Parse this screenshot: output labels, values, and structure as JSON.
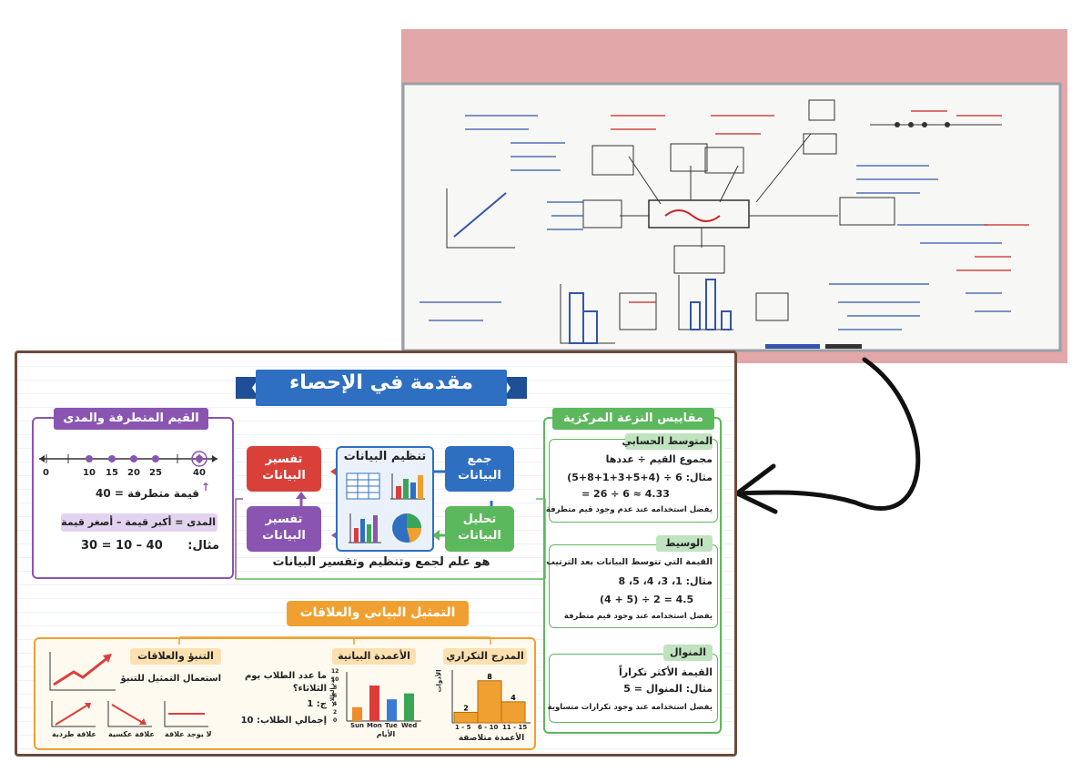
{
  "poster": {
    "title": "مقدمة في الإحصاء",
    "definition": "هو علم لجمع وتنظيم وتفسير البيانات",
    "cycle": {
      "collect": "جمع البيانات",
      "organize": "تنظيم البيانات",
      "analyze": "تحليل البيانات",
      "interpret_top": "تفسير البيانات",
      "interpret_bottom": "تفسير البيانات"
    },
    "extremes": {
      "header": "القيم المتطرفة والمدى",
      "ticks": [
        "0",
        "10",
        "15",
        "20",
        "25",
        "40"
      ],
      "outlier_note": "قيمة متطرفة = 40",
      "range_label": "المدى = أكبر قيمة – أصغر قيمة",
      "example_label": "مثال:",
      "example_expr": "30 = 10 – 40"
    },
    "central": {
      "header": "مقاييس النزعة المركزية",
      "mean": {
        "title": "المتوسط الحسابي",
        "formula": "مجموع القيم ÷ عددها",
        "example": "مثال: 6 ÷ (4+5+3+1+8+5)",
        "result": "= 26 ÷ 6 ≈ 4.33",
        "note": "يفضل استخدامه عند عدم وجود قيم متطرفة"
      },
      "median": {
        "title": "الوسيط",
        "def": "القيمة التي تتوسط البيانات بعد الترتيب",
        "example": "مثال: 1، 3، 4، 5، 8",
        "result": "(4 + 5) ÷ 2 = 4.5",
        "note": "يفضل استخدامه عند وجود قيم متطرفة"
      },
      "mode": {
        "title": "المنوال",
        "def": "القيمة الأكثر تكراراً",
        "example": "مثال: المنوال = 5",
        "note": "يفضل استخدامه عند وجود تكرارات متساوية"
      }
    },
    "graphs": {
      "header": "التمثيل البياني والعلاقات",
      "histogram": {
        "title": "المدرج التكراري",
        "ylabel": "الأدوات",
        "xlabel": "الأعمدة متلاصقة",
        "labels": [
          "2",
          "8",
          "4"
        ]
      },
      "bars": {
        "title": "الأعمدة البيانية",
        "ylabel": "عدد الطلاب",
        "xlabel": "الأيام",
        "question": "ما عدد الطلاب يوم الثلاثاء؟",
        "answer": "ج: 1",
        "total": "إجمالي الطلاب: 10"
      },
      "prediction": {
        "title": "التنبؤ والعلاقات",
        "text": "استعمال التمثيل للتنبؤ",
        "relations": [
          "علاقة طردية",
          "علاقة عكسية",
          "لا يوجد علاقة"
        ]
      }
    }
  },
  "chart_data": [
    {
      "type": "bar",
      "title": "المدرج التكراري",
      "categories": [
        "1 - 5",
        "6 - 10",
        "11 - 15"
      ],
      "values": [
        2,
        8,
        4
      ],
      "ylim": [
        0,
        9
      ]
    },
    {
      "type": "bar",
      "title": "الأعمدة البيانية",
      "categories": [
        "Sun",
        "Mon",
        "Tue",
        "Wed"
      ],
      "values": [
        3.5,
        9,
        5.5,
        7
      ],
      "yticks": [
        "0",
        "2",
        "4",
        "6",
        "8",
        "10",
        "12"
      ],
      "ylim": [
        0,
        12
      ],
      "colors": [
        "#f28c28",
        "#e03a3a",
        "#3a7bd5",
        "#3aa655"
      ]
    }
  ],
  "colors": {
    "blue": "#2f6fc1",
    "purple": "#8a55b0",
    "green": "#5cb85c",
    "orange": "#f0a030",
    "red": "#d9403a",
    "board_wall": "#e2a7a8"
  }
}
